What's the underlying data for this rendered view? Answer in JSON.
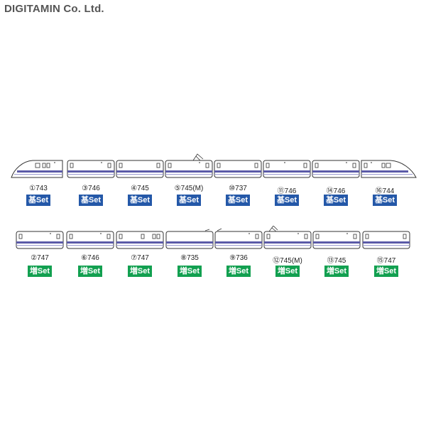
{
  "watermark": "DIGITAMIN Co. Ltd.",
  "colors": {
    "stripe": "#5b5aa8",
    "stripe_thin": "#9a9ad0",
    "body_line": "#333333",
    "basic_badge": "#2458a8",
    "add_badge": "#12a050"
  },
  "basic_set": {
    "badge_label": "基Set",
    "cars": [
      {
        "label": "①743",
        "kind": "head-left"
      },
      {
        "label": "③746",
        "kind": "middle"
      },
      {
        "label": "④745",
        "kind": "middle"
      },
      {
        "label": "⑤745(M)",
        "kind": "pantograph"
      },
      {
        "label": "⑩737",
        "kind": "middle"
      },
      {
        "label": "⑪746",
        "kind": "middle"
      },
      {
        "label": "⑭746",
        "kind": "middle"
      },
      {
        "label": "⑯744",
        "kind": "head-right"
      }
    ]
  },
  "additional_set": {
    "badge_label": "増Set",
    "cars": [
      {
        "label": "②747",
        "kind": "middle"
      },
      {
        "label": "⑥746",
        "kind": "middle"
      },
      {
        "label": "⑦747",
        "kind": "middle"
      },
      {
        "label": "⑧735",
        "kind": "middle"
      },
      {
        "label": "⑨736",
        "kind": "middle"
      },
      {
        "label": "⑫745(M)",
        "kind": "pantograph"
      },
      {
        "label": "⑬745",
        "kind": "middle"
      },
      {
        "label": "⑮747",
        "kind": "middle"
      }
    ]
  }
}
